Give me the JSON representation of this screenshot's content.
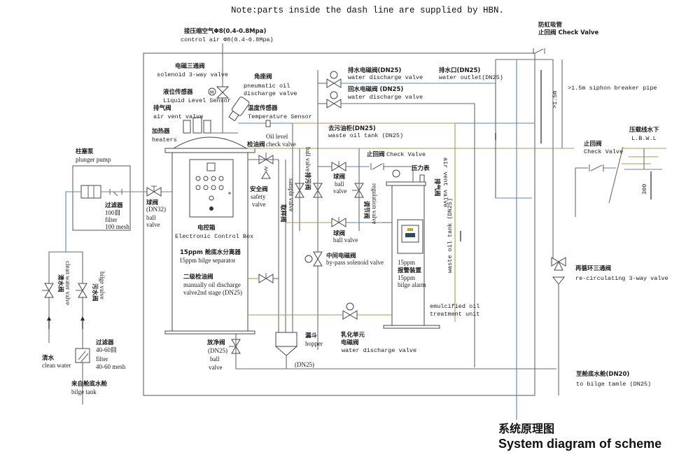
{
  "note": "Note:parts inside the dash line are supplied by HBN.",
  "title": {
    "cn": "系统原理图",
    "en": "System diagram of scheme"
  },
  "labels": {
    "control_air": {
      "cn": "接压缩空气Φ8(0.4-0.8Mpa)",
      "en": "control air Φ8(0.4-0.8Mpa)"
    },
    "solenoid_3way": {
      "cn": "电磁三通阀",
      "en": "solenoid 3-way valve"
    },
    "pneumatic_valve": {
      "cn": "角座阀",
      "en1": "pneumatic oil",
      "en2": "discharge valve"
    },
    "level_sensor": {
      "cn": "液位传感器",
      "en": "Liquid Level Sensor"
    },
    "air_vent": {
      "cn": "排气阀",
      "en": "air vent valve"
    },
    "temp_sensor": {
      "cn": "温度传感器",
      "en": "Temperature Sensor"
    },
    "heaters": {
      "cn": "加热器",
      "en": "heaters"
    },
    "oil_check_valve": {
      "cn": "检油阀",
      "en1": "Oil level",
      "en2": "check valve"
    },
    "plunger_pump": {
      "cn": "柱塞泵",
      "en": "plunger pump"
    },
    "filter_100": {
      "cn1": "过滤器",
      "cn2": "100目",
      "en1": "filter",
      "en2": "100 mesh"
    },
    "ball_valve_dn32": {
      "cn": "球阀",
      "dn": "(DN32)",
      "en1": "ball",
      "en2": "valve"
    },
    "control_box": {
      "cn": "电控箱",
      "en": "Electronic Control Box"
    },
    "separator": {
      "cn": "15ppm 舱底水分离器",
      "en": "15ppm bilge separator"
    },
    "manual_discharge": {
      "cn": "二级检油阀",
      "en1": "manually oil discharge",
      "en2": "valve2nd stage (DN25)"
    },
    "safety_valve": {
      "cn": "安全阀",
      "en1": "safety",
      "en2": "valve"
    },
    "sample_valve": {
      "cn": "取样阀",
      "en": "sample valve"
    },
    "drain_ball_valve": {
      "cn": "排污阀",
      "en": "ball valve"
    },
    "ball_valve_1": {
      "cn": "球阀",
      "en1": "ball",
      "en2": "valve"
    },
    "ball_valve_2": {
      "cn": "球阀",
      "en": "ball valve"
    },
    "regulation_valve": {
      "cn": "调节阀",
      "en": "regulation valve"
    },
    "bypass_solenoid": {
      "cn": "中间电磁阀",
      "en": "by-pass solenoid valve"
    },
    "water_discharge_1": {
      "cn": "排水电磁阀(DN25)",
      "en": "water discharge valve"
    },
    "water_discharge_2": {
      "cn": "回水电磁阀 (DN25)",
      "en": "water discharge valve"
    },
    "water_outlet": {
      "cn": "排水口(DN25)",
      "en": "water outlet(DN25)"
    },
    "waste_oil_tank": {
      "cn": "去污油柜(DN25)",
      "en": "waste oil tank (DN25)"
    },
    "waste_oil_tank_v": "waste oil tank (DN25)",
    "check_valve_mid": {
      "cn": "止回阀",
      "en": "Check Valve"
    },
    "pressure_gauge": {
      "cn": "压力表"
    },
    "air_vent_2": {
      "cn": "排气阀",
      "en": "air vent valve"
    },
    "bilge_alarm": {
      "l1": "15ppm",
      "cn": "报警装置",
      "l3": "15ppm",
      "en": "bilge alarm"
    },
    "emulsified": {
      "en1": "emulcified oil",
      "en2": "treatment unit"
    },
    "drain_valve": {
      "cn": "放净阀",
      "dn": "(DN25)",
      "en1": "ball",
      "en2": "valve"
    },
    "hopper": {
      "cn": "漏斗",
      "en": "hopper",
      "dn": "(DN25)"
    },
    "emulsion_valve": {
      "cn1": "乳化单元",
      "cn2": "电磁阀",
      "en": "water discharge valve"
    },
    "clean_water_valve": {
      "cn": "清水阀",
      "en": "clean water valve"
    },
    "bilge_valve": {
      "cn": "污水阀",
      "en": "bilge valve"
    },
    "clean_water": {
      "cn": "清水",
      "en": "clean water"
    },
    "filter_40": {
      "cn1": "过滤器",
      "cn2": "40-60目",
      "en1": "filter",
      "en2": "40-60 mesh"
    },
    "bilge_tank": {
      "cn": "来自舱底水舱",
      "en": "bilge tank"
    },
    "siphon_check": {
      "cn1": "防虹吸管",
      "cn2": "止回阀 Check Valve"
    },
    "siphon_breaker": ">1.5m siphon breaker pipe",
    "siphon_dim": ">1.5m",
    "check_valve_right": {
      "cn": "止回阀",
      "en": "Check Valve"
    },
    "lbwl": {
      "cn": "压载线水下",
      "en": "L.B.W.L"
    },
    "dim_300": "300",
    "recirc_valve": {
      "cn": "再循环三通阀",
      "en": "re-circulating 3-way valve"
    },
    "to_bilge": {
      "cn": "至舱底水舱(DN20)",
      "en": "to bilge tamle  (DN25)"
    }
  }
}
